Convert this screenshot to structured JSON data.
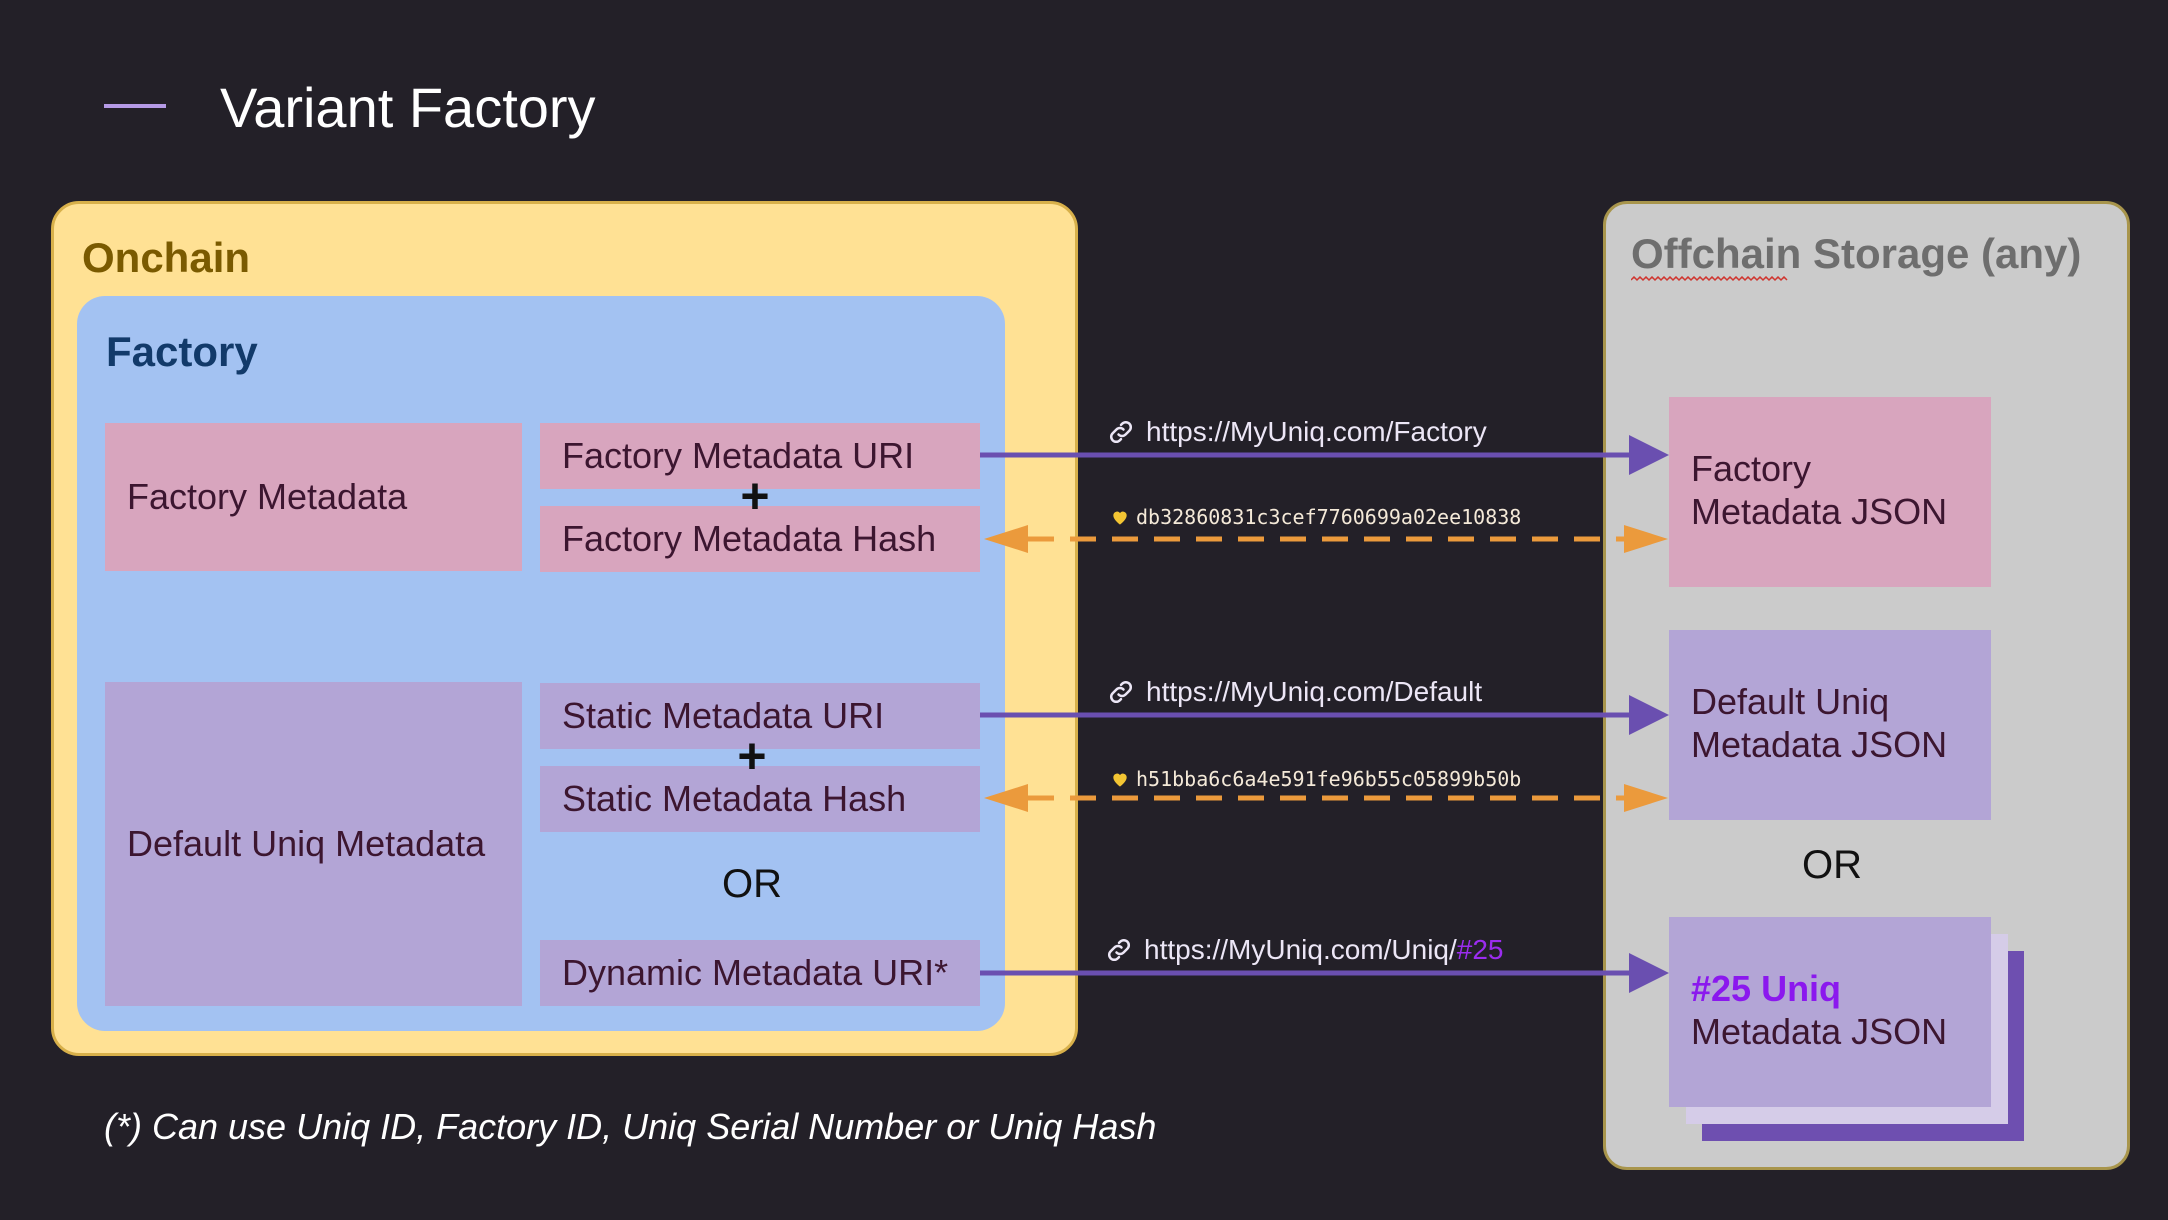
{
  "title": "Variant Factory",
  "onchain": {
    "label": "Onchain",
    "factory": {
      "label": "Factory",
      "factory_metadata": "Factory Metadata",
      "factory_metadata_uri": "Factory Metadata URI",
      "factory_metadata_hash": "Factory Metadata Hash",
      "default_uniq_metadata": "Default Uniq Metadata",
      "static_metadata_uri": "Static Metadata URI",
      "static_metadata_hash": "Static Metadata Hash",
      "or": "OR",
      "dynamic_metadata_uri": "Dynamic Metadata URI*",
      "plus": "+"
    }
  },
  "offchain": {
    "label": "Offchain Storage (any)",
    "factory_json": [
      "Factory",
      "Metadata JSON"
    ],
    "default_json": [
      "Default Uniq",
      "Metadata JSON"
    ],
    "or": "OR",
    "uniq_json": [
      "#25 Uniq",
      "Metadata JSON"
    ]
  },
  "connections": {
    "factory_url": "https://MyUniq.com/Factory",
    "factory_hash": "db32860831c3cef7760699a02ee10838",
    "default_url": "https://MyUniq.com/Default",
    "default_hash": "h51bba6c6a4e591fe96b55c05899b50b",
    "uniq_url_base": "https://MyUniq.com/Uniq/",
    "uniq_url_id": "#25"
  },
  "note": "(*) Can use Uniq ID, Factory ID, Uniq Serial Number or Uniq Hash",
  "colors": {
    "background": "#232028",
    "onchain": "#ffe194",
    "factory": "#a3c2f2",
    "pink_box": "#d8a5be",
    "lavender_box": "#b3a5d6",
    "offchain": "#cbcbcb",
    "uri_arrow": "#6a4fb0",
    "hash_arrow": "#eb9a3c"
  },
  "icons": [
    "link-icon",
    "heart-icon"
  ]
}
